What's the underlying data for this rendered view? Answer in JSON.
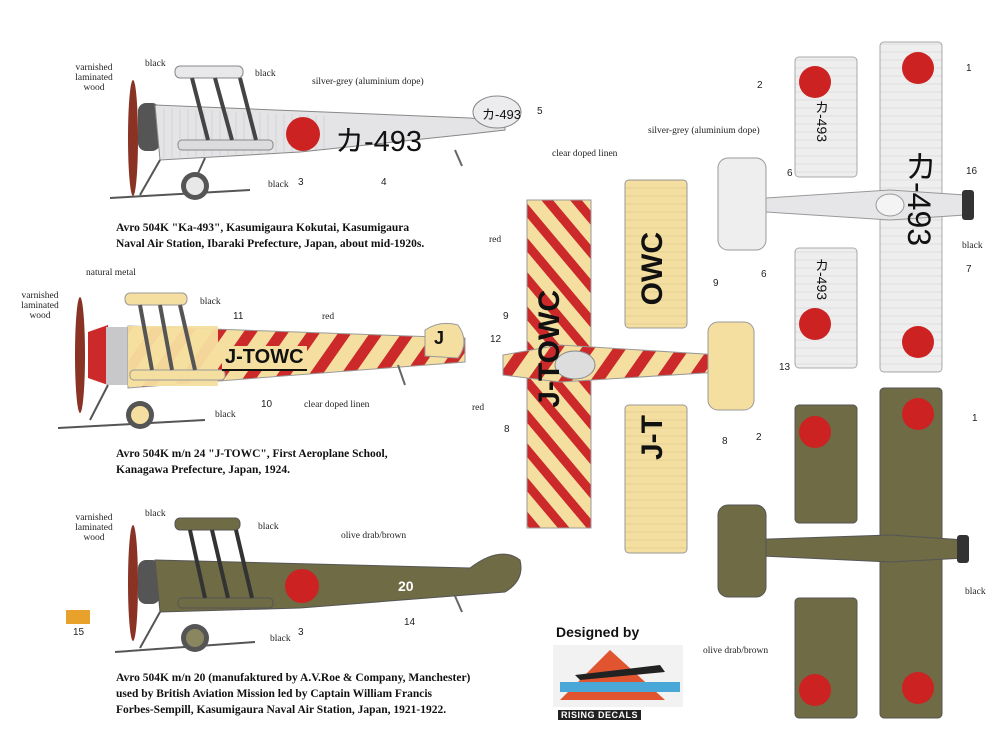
{
  "colors": {
    "silver": "#e6e6e8",
    "linen": "#f5dfa0",
    "red": "#cc2222",
    "olive": "#6e6b45",
    "wood": "#9a3a2a",
    "black": "#333333"
  },
  "callouts": {
    "varnished": "varnished laminated wood",
    "black": "black",
    "silver_grey": "silver-grey (aluminium dope)",
    "natural_metal": "natural metal",
    "red": "red",
    "clear_linen": "clear doped linen",
    "olive": "olive drab/brown"
  },
  "numbers": [
    "1",
    "2",
    "3",
    "4",
    "5",
    "6",
    "7",
    "8",
    "9",
    "10",
    "11",
    "12",
    "13",
    "14",
    "15",
    "16"
  ],
  "aircraft": [
    {
      "code": "カ-493",
      "fin_code": "カ-493",
      "caption_lines": [
        "Avro 504K \"Ka-493\", Kasumigaura Kokutai, Kasumigaura",
        "Naval Air Station, Ibaraki Prefecture, Japan, about mid-1920s."
      ]
    },
    {
      "code": "J-TOWC",
      "fin_code": "J",
      "wing_upper": "OWC",
      "wing_lower": "J-T",
      "caption_lines": [
        "Avro 504K m/n 24 \"J-TOWC\", First Aeroplane School,",
        "Kanagawa Prefecture, Japan, 1924."
      ]
    },
    {
      "code": "20",
      "caption_lines": [
        "Avro 504K m/n 20 (manufaktured by A.V.Roe & Company, Manchester)",
        "used by British Aviation Mission led by Captain William Francis",
        "Forbes-Sempill, Kasumigaura Naval Air Station, Japan, 1921-1922."
      ]
    }
  ],
  "credit": {
    "designed_by": "Designed by",
    "brand": "RISING DECALS"
  }
}
